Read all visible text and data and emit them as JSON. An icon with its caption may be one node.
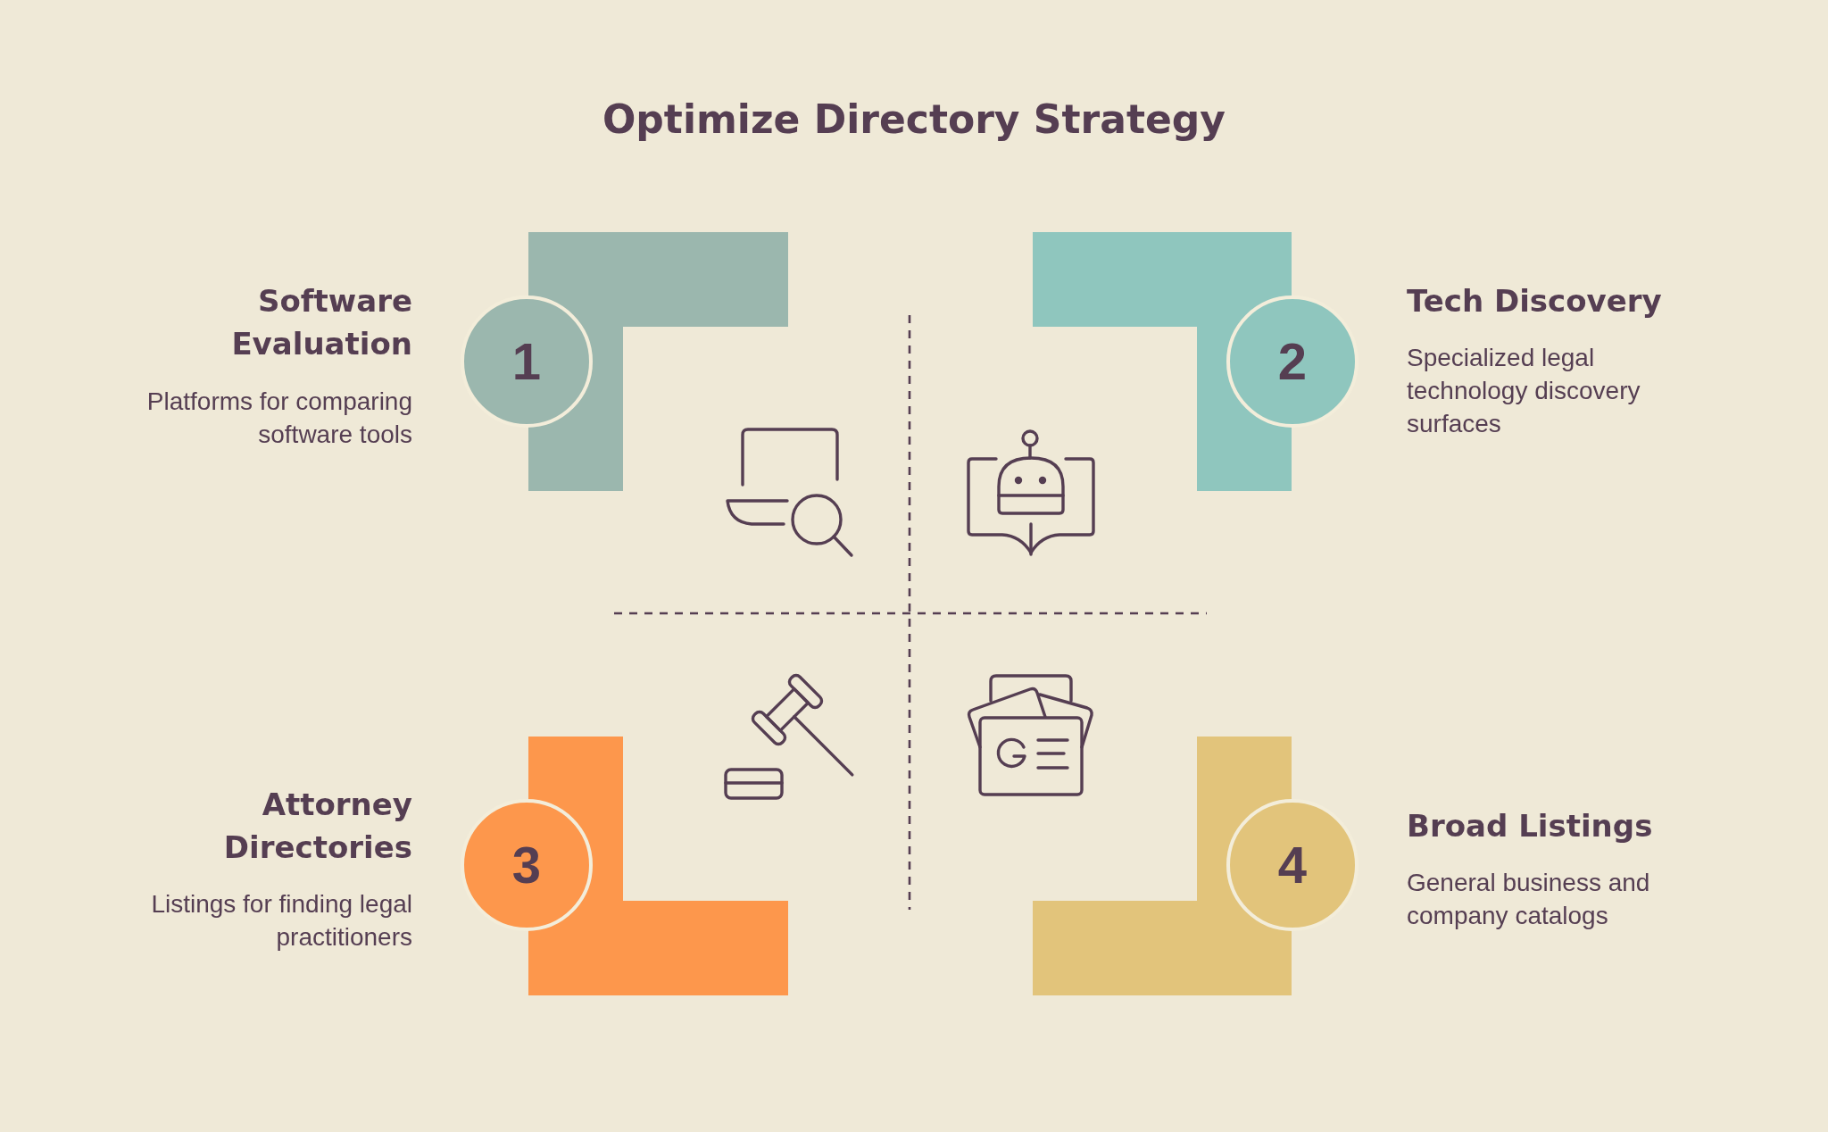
{
  "diagram": {
    "title": "Optimize Directory Strategy",
    "nodes": [
      {
        "text": [],
        "shape": "band"
      },
      {
        "text": [
          "1"
        ],
        "beside": [
          "Software Evaluation",
          "Platforms for comparing software tools"
        ]
      },
      {
        "text": [],
        "shape": "band"
      },
      {
        "text": [
          "2"
        ],
        "beside": [
          "Tech Discovery",
          "Specialized legal technology discovery surfaces"
        ]
      },
      {
        "text": [],
        "shape": "band"
      },
      {
        "text": [
          "3"
        ],
        "beside": [
          "Attorney Directories",
          "Listings for finding legal practitioners"
        ]
      },
      {
        "text": [],
        "shape": "band"
      },
      {
        "text": [
          "4"
        ],
        "beside": [
          "Broad Listings",
          "General business and company catalogs"
        ]
      }
    ]
  }
}
